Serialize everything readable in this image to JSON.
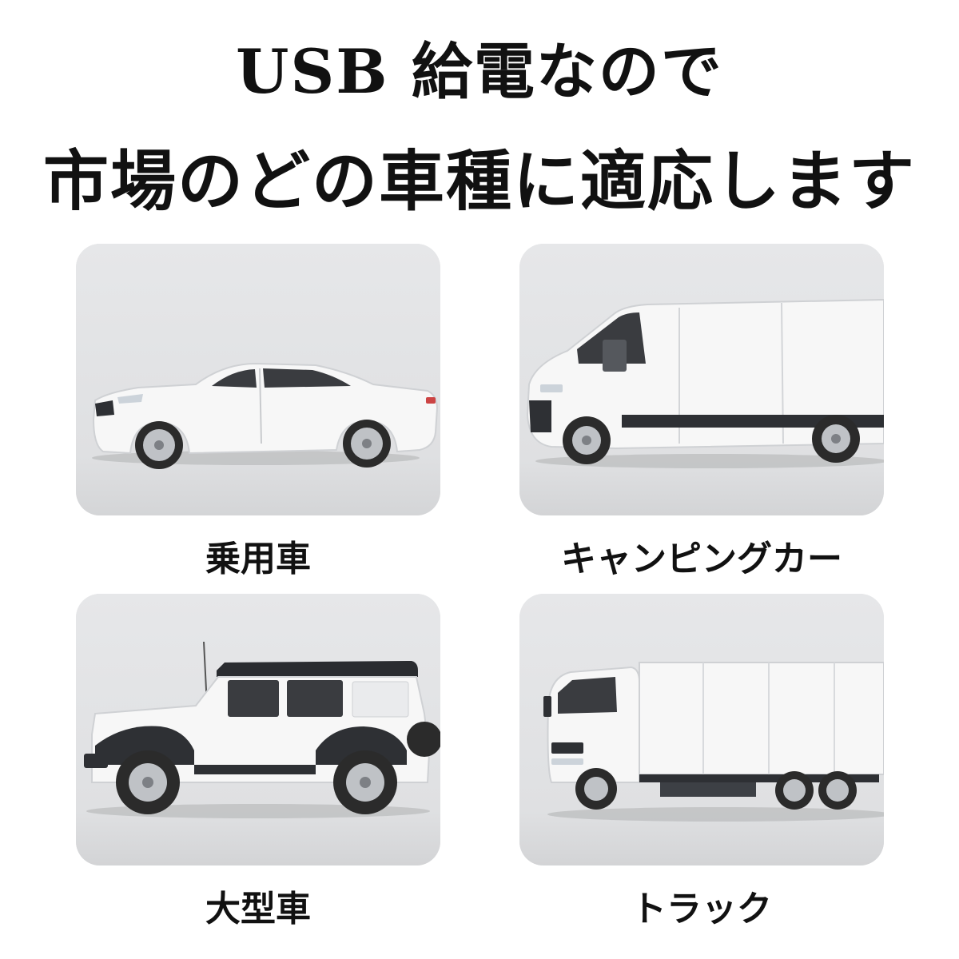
{
  "headline": {
    "line1": "USB 給電なので",
    "line2": "市場のどの車種に適応します"
  },
  "vehicles": [
    {
      "label": "乗用車",
      "icon": "sedan-car-icon"
    },
    {
      "label": "キャンピングカー",
      "icon": "camper-van-icon"
    },
    {
      "label": "大型車",
      "icon": "suv-jeep-icon"
    },
    {
      "label": "トラック",
      "icon": "box-truck-icon"
    }
  ],
  "colors": {
    "card_background": "#e3e4e6",
    "vehicle_body": "#f7f7f7",
    "tire": "#2b2b2b",
    "rim": "#bfc2c6",
    "text": "#111111"
  }
}
